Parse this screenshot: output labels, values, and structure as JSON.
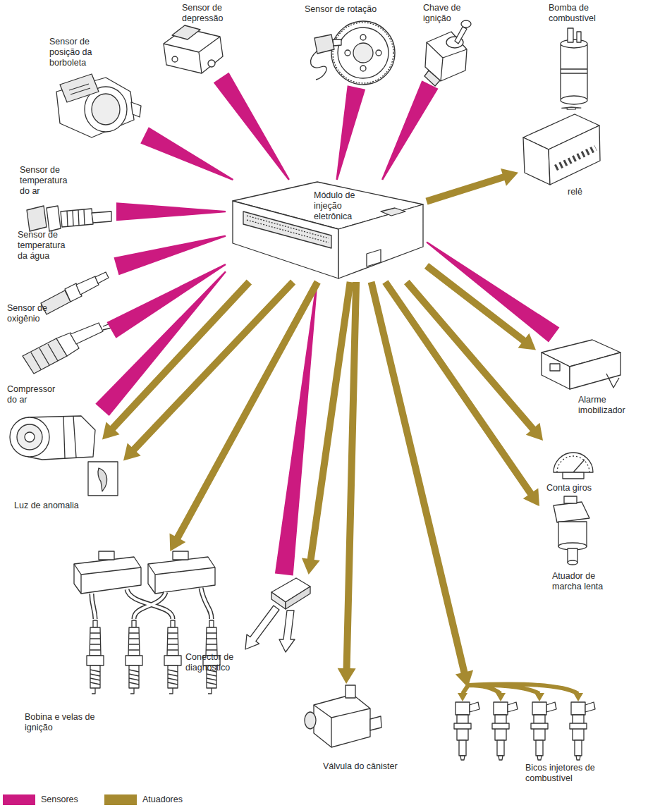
{
  "diagram": {
    "nodes": [
      {
        "text": [
          "Sensor de depressão"
        ]
      },
      {
        "text": [
          "Sensor de rotação"
        ]
      },
      {
        "text": [
          "Chave de ignição"
        ]
      },
      {
        "text": [
          "Bomba de combustível"
        ]
      },
      {
        "text": [
          "Sensor de posição da borboleta"
        ]
      },
      {
        "text": [
          "relê"
        ]
      },
      {
        "text": [
          "Sensor de temperatura do ar"
        ]
      },
      {
        "text": [
          "Módulo de injeção eletrônica"
        ]
      },
      {
        "text": [
          "Sensor de temperatura da água"
        ]
      },
      {
        "text": [
          "Sensor de oxigênio"
        ]
      },
      {
        "text": [
          "Alarme imobilizador"
        ]
      },
      {
        "text": [
          "Compressor do ar"
        ]
      },
      {
        "text": [
          "Conta giros"
        ]
      },
      {
        "text": [
          "Luz de anomalia"
        ]
      },
      {
        "text": [
          "Atuador de marcha lenta"
        ]
      },
      {
        "text": [
          "Bobina e velas de ignição"
        ]
      },
      {
        "text": [
          "Conector de diagnostico"
        ]
      },
      {
        "text": [
          "Válvula do cânister"
        ]
      },
      {
        "text": [
          "Bicos injetores de combustível"
        ]
      }
    ],
    "edges": [
      {
        "from": 0,
        "to": 7,
        "arrow": "to"
      },
      {
        "from": 1,
        "to": 7,
        "arrow": "to"
      },
      {
        "from": 2,
        "to": 7,
        "arrow": "to"
      },
      {
        "from": 4,
        "to": 7,
        "arrow": "to"
      },
      {
        "from": 6,
        "to": 7,
        "arrow": "to"
      },
      {
        "from": 8,
        "to": 7,
        "arrow": "to"
      },
      {
        "from": 9,
        "to": 7,
        "arrow": "to"
      },
      {
        "from": 11,
        "to": 7,
        "arrow": "to"
      },
      {
        "from": 10,
        "to": 7,
        "arrow": "to"
      },
      {
        "from": 16,
        "to": 7,
        "arrow": "to"
      },
      {
        "from": 7,
        "to": 5,
        "arrow": "to"
      },
      {
        "from": 5,
        "to": 3,
        "arrow": "to"
      },
      {
        "from": 7,
        "to": 10,
        "arrow": "to"
      },
      {
        "from": 7,
        "to": 12,
        "arrow": "to"
      },
      {
        "from": 7,
        "to": 14,
        "arrow": "to"
      },
      {
        "from": 7,
        "to": 18,
        "arrow": "to"
      },
      {
        "from": 7,
        "to": 17,
        "arrow": "to"
      },
      {
        "from": 7,
        "to": 16,
        "arrow": "to"
      },
      {
        "from": 7,
        "to": 15,
        "arrow": "to"
      },
      {
        "from": 7,
        "to": 13,
        "arrow": "to"
      },
      {
        "from": 7,
        "to": 11,
        "arrow": "to"
      }
    ],
    "legend": [
      {
        "text": "Sensores",
        "color": "#cc1a80"
      },
      {
        "text": "Atuadores",
        "color": "#a68a30"
      }
    ]
  }
}
